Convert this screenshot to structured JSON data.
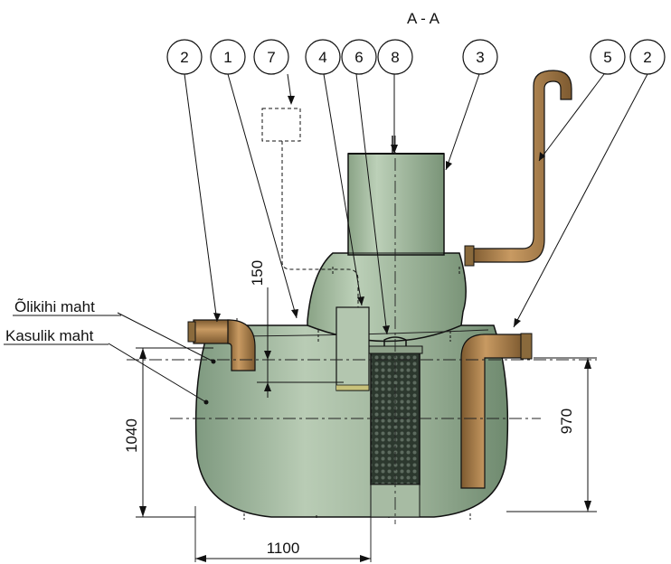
{
  "section_title": "A - A",
  "callouts": [
    "2",
    "1",
    "7",
    "4",
    "6",
    "8",
    "3",
    "5",
    "2"
  ],
  "level_labels": {
    "oil_capacity": "Õlikihi maht",
    "usable_capacity": "Kasulik maht"
  },
  "dimensions": {
    "overall_height": "1040",
    "outlet_height": "970",
    "half_length": "1100",
    "inlet_offset": "150"
  },
  "colors": {
    "tank_body": "#9fb59c",
    "tank_shadow": "#6f8a6f",
    "pipe": "#a57a48",
    "filter": "#2e3a30",
    "line": "#111111"
  }
}
